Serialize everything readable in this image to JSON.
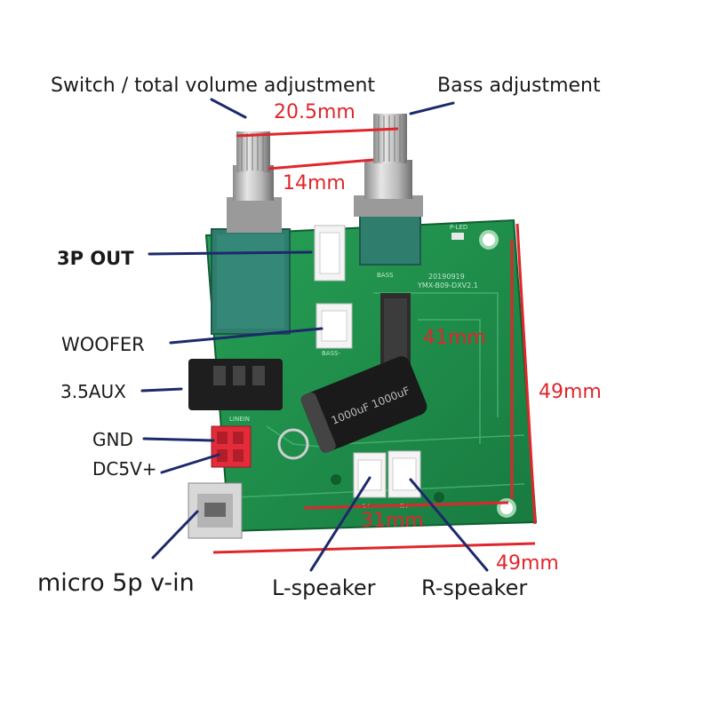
{
  "labels": {
    "switch_volume": "Switch / total volume adjustment",
    "bass_adjust": "Bass adjustment",
    "three_p_out": "3P OUT",
    "woofer": "WOOFER",
    "aux": "3.5AUX",
    "gnd": "GND",
    "dc5v": "DC5V+",
    "micro_vin": "micro 5p v-in",
    "l_speaker": "L-speaker",
    "r_speaker": "R-speaker"
  },
  "dimensions": {
    "knob_outer": "20.5mm",
    "knob_inner": "14mm",
    "hole_vertical": "41mm",
    "board_height": "49mm",
    "hole_horizontal": "31mm",
    "board_width": "49mm"
  },
  "pcb": {
    "date_code": "20190919",
    "model_code": "YMX-B09-DXV2.1",
    "cap_text": "1000uF 1000uF",
    "silk_bass": "BASS",
    "silk_bass_minus": "BASS-",
    "silk_lplus": "L+",
    "silk_rplus": "R+",
    "silk_linein": "LINEIN",
    "silk_pled": "P-LED"
  },
  "colors": {
    "pcb_green": "#1f8a4a",
    "dim_red": "#e0262b",
    "pointer_navy": "#1c2a6b",
    "pot_teal": "#2f7d6d"
  }
}
